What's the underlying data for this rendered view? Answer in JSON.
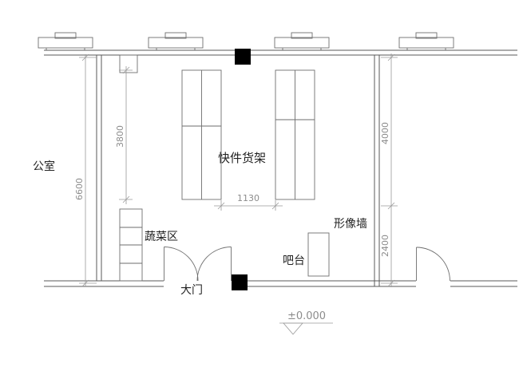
{
  "plan": {
    "labels": {
      "office": "公室",
      "shelf_area": "快件货架",
      "vegetable_area": "蔬菜区",
      "image_wall": "形像墙",
      "bar": "吧台",
      "main_door": "大门",
      "elevation": "±0.000"
    },
    "dimensions": {
      "room_height_total": "6600",
      "shelf_length": "3800",
      "right_upper": "4000",
      "right_lower": "2400",
      "shelf_gap": "1130"
    },
    "colors": {
      "background": "#ffffff",
      "wall_line": "#595959",
      "fixture_line": "#6e6e6e",
      "dimension_line": "#9a9a9a",
      "dimension_text": "#8c8c8c",
      "label_text": "#222222",
      "column_fill": "#000000"
    }
  }
}
